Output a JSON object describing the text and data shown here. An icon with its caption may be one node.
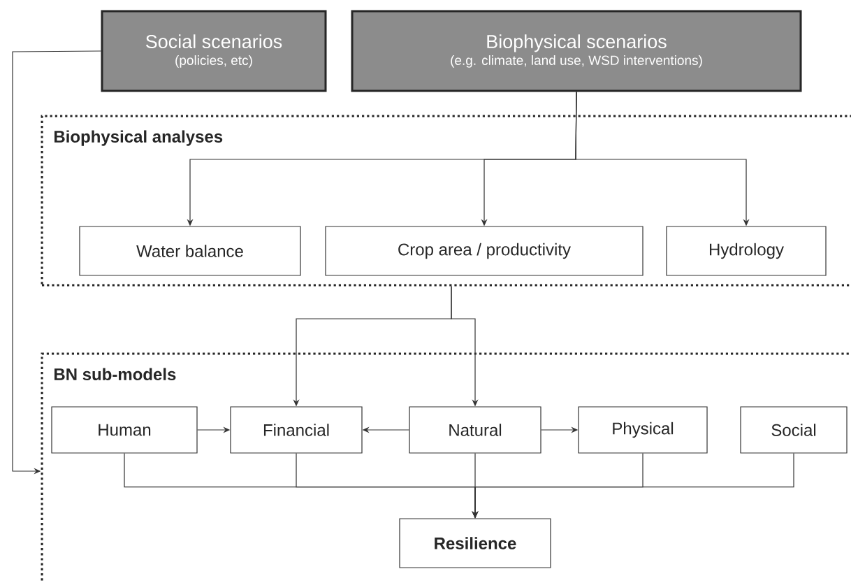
{
  "diagram": {
    "nodes": [
      {
        "text": [
          "Social scenarios",
          "(policies, etc)"
        ]
      },
      {
        "text": [
          "Biophysical scenarios",
          "(e.g. climate, land use, WSD interventions)"
        ]
      },
      {
        "text": [
          "Biophysical analyses"
        ]
      },
      {
        "text": [
          "Water balance"
        ],
        "in": 2
      },
      {
        "text": [
          "Crop area / productivity"
        ],
        "in": 2
      },
      {
        "text": [
          "Hydrology"
        ],
        "in": 2
      },
      {
        "text": [
          "BN sub-models"
        ]
      },
      {
        "text": [
          "Human"
        ],
        "in": 6
      },
      {
        "text": [
          "Financial"
        ],
        "in": 6
      },
      {
        "text": [
          "Natural"
        ],
        "in": 6
      },
      {
        "text": [
          "Physical"
        ],
        "in": 6
      },
      {
        "text": [
          "Social"
        ],
        "in": 6
      },
      {
        "text": [
          "Resilience"
        ],
        "in": 6
      }
    ],
    "edges": [
      {
        "from": 1,
        "to": 3,
        "arrow": "to"
      },
      {
        "from": 1,
        "to": 4,
        "arrow": "to"
      },
      {
        "from": 1,
        "to": 5,
        "arrow": "to"
      },
      {
        "from": 0,
        "to": 6,
        "arrow": "to"
      },
      {
        "from": 2,
        "to": 8,
        "arrow": "to"
      },
      {
        "from": 2,
        "to": 9,
        "arrow": "to"
      },
      {
        "from": 7,
        "to": 8,
        "arrow": "to"
      },
      {
        "from": 9,
        "to": 8,
        "arrow": "to"
      },
      {
        "from": 9,
        "to": 10,
        "arrow": "to"
      },
      {
        "from": 7,
        "to": 12,
        "arrow": "to"
      },
      {
        "from": 8,
        "to": 12,
        "arrow": "to"
      },
      {
        "from": 9,
        "to": 12,
        "arrow": "to"
      },
      {
        "from": 10,
        "to": 12,
        "arrow": "to"
      },
      {
        "from": 11,
        "to": 12,
        "arrow": "to"
      }
    ]
  }
}
